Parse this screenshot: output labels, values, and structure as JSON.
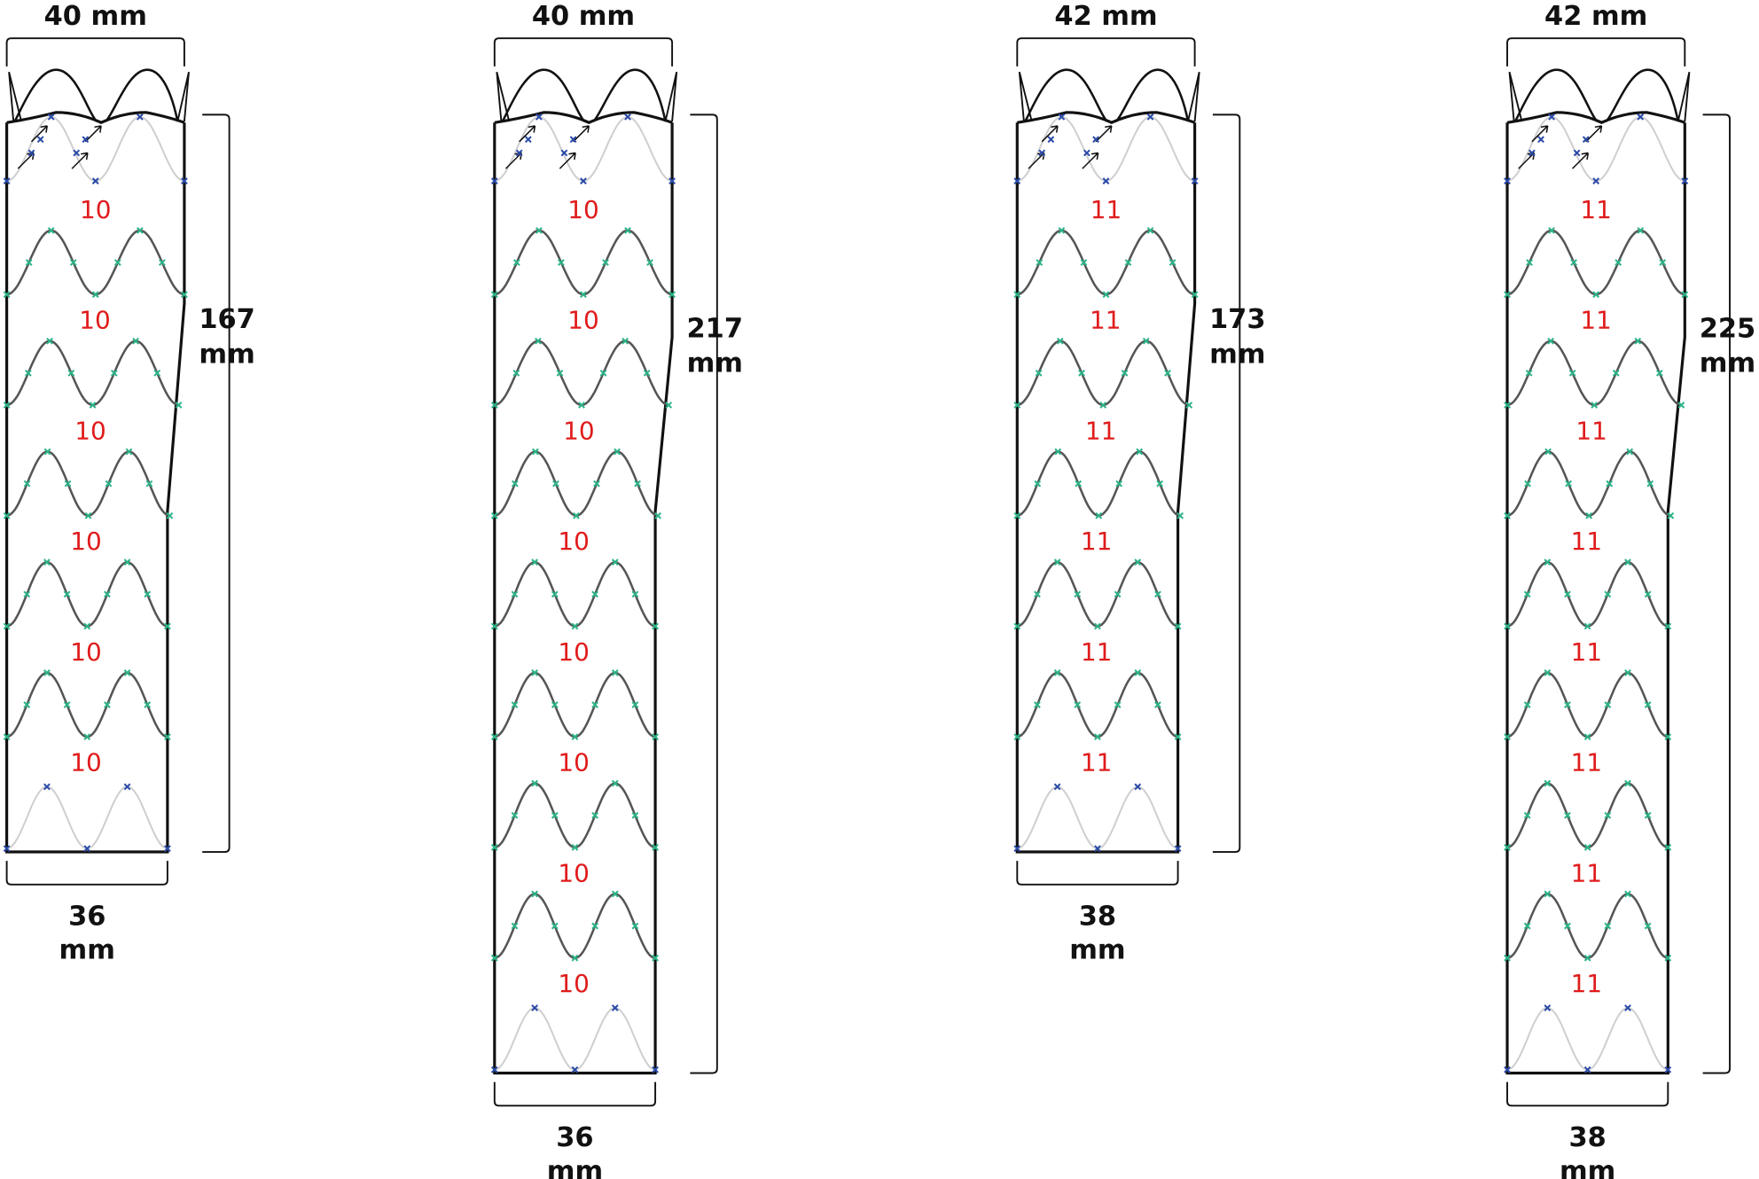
{
  "colors": {
    "outline": "#111111",
    "ring_dark": "#555555",
    "ring_light": "#cfcfcf",
    "marker_green": "#2db38a",
    "marker_blue": "#2a4aa8",
    "ring_label": "#e01b1b"
  },
  "grafts": [
    {
      "top_width": "40 mm",
      "length": "167",
      "length_unit": "mm",
      "bottom_width": "36",
      "bottom_unit": "mm",
      "ring_labels": [
        "10",
        "10",
        "10",
        "10",
        "10",
        "10"
      ]
    },
    {
      "top_width": "40 mm",
      "length": "217",
      "length_unit": "mm",
      "bottom_width": "36",
      "bottom_unit": "mm",
      "ring_labels": [
        "10",
        "10",
        "10",
        "10",
        "10",
        "10",
        "10",
        "10"
      ]
    },
    {
      "top_width": "42 mm",
      "length": "173",
      "length_unit": "mm",
      "bottom_width": "38",
      "bottom_unit": "mm",
      "ring_labels": [
        "11",
        "11",
        "11",
        "11",
        "11",
        "11"
      ]
    },
    {
      "top_width": "42 mm",
      "length": "225",
      "length_unit": "mm",
      "bottom_width": "38",
      "bottom_unit": "mm",
      "ring_labels": [
        "11",
        "11",
        "11",
        "11",
        "11",
        "11",
        "11",
        "11"
      ]
    }
  ]
}
